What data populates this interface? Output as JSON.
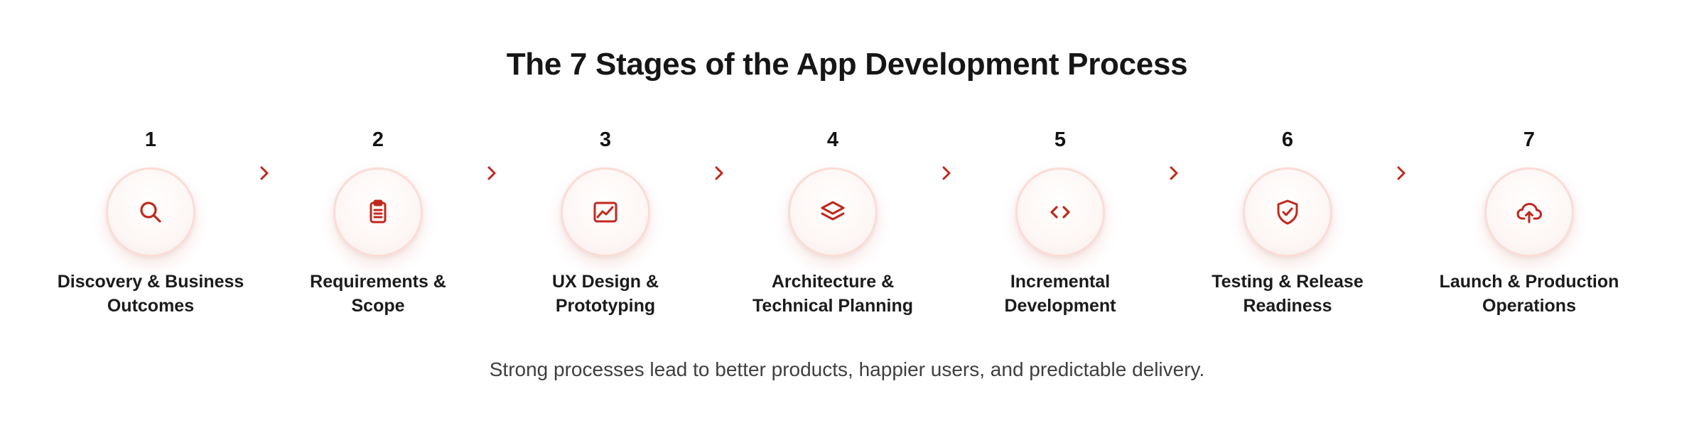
{
  "title": "The 7 Stages of the App Development Process",
  "accent_color": "#c0281c",
  "stages": [
    {
      "number": "1",
      "label": "Discovery & Business\nOutcomes",
      "icon": "search-icon"
    },
    {
      "number": "2",
      "label": "Requirements &\nScope",
      "icon": "clipboard-icon"
    },
    {
      "number": "3",
      "label": "UX Design &\nPrototyping",
      "icon": "image-chart-icon"
    },
    {
      "number": "4",
      "label": "Architecture &\nTechnical Planning",
      "icon": "layers-icon"
    },
    {
      "number": "5",
      "label": "Incremental\nDevelopment",
      "icon": "code-icon"
    },
    {
      "number": "6",
      "label": "Testing & Release\nReadiness",
      "icon": "shield-check-icon"
    },
    {
      "number": "7",
      "label": "Launch & Production\nOperations",
      "icon": "cloud-upload-icon"
    }
  ],
  "footer": "Strong processes lead to better products, happier users, and predictable delivery."
}
